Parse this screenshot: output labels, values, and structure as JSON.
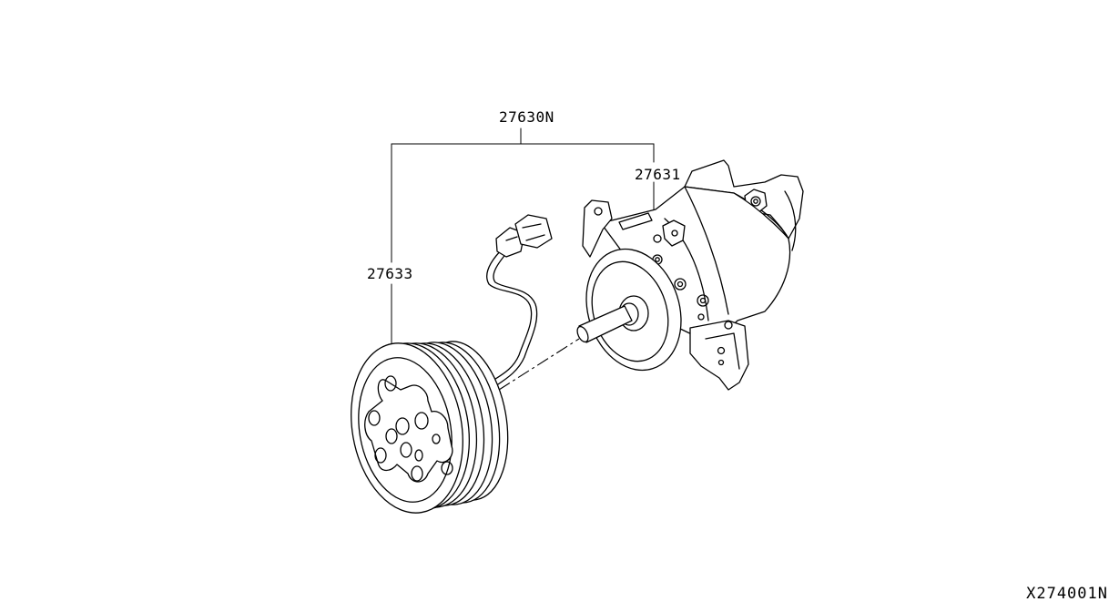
{
  "callouts": {
    "assembly": "27630N",
    "compressor": "27631",
    "clutch": "27633"
  },
  "figure_code": "X274001N"
}
